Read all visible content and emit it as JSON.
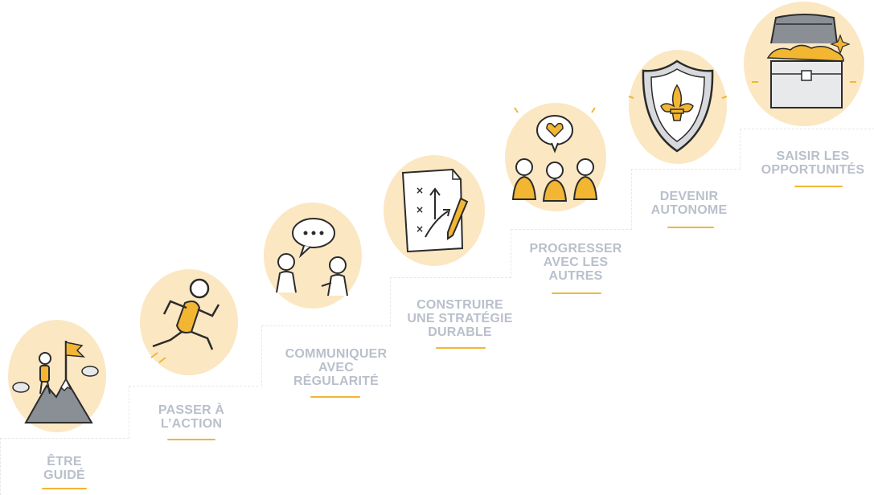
{
  "steps": [
    {
      "id": "etre-guide",
      "lines": [
        "ÊTRE",
        "GUIDÉ"
      ],
      "icon": "mountain-flag-icon"
    },
    {
      "id": "passer-action",
      "lines": [
        "PASSER À",
        "L’ACTION"
      ],
      "icon": "running-person-icon"
    },
    {
      "id": "communiquer",
      "lines": [
        "COMMUNIQUER",
        "AVEC",
        "RÉGULARITÉ"
      ],
      "icon": "conversation-icon"
    },
    {
      "id": "construire",
      "lines": [
        "CONSTRUIRE",
        "UNE STRATÉGIE",
        "DURABLE"
      ],
      "icon": "strategy-plan-icon"
    },
    {
      "id": "progresser",
      "lines": [
        "PROGRESSER",
        "AVEC LES",
        "AUTRES"
      ],
      "icon": "group-heart-icon"
    },
    {
      "id": "autonome",
      "lines": [
        "DEVENIR",
        "AUTONOME"
      ],
      "icon": "shield-fleur-de-lis-icon"
    },
    {
      "id": "opportunites",
      "lines": [
        "SAISIR LES",
        "OPPORTUNITÉS"
      ],
      "icon": "treasure-chest-icon"
    }
  ],
  "colors": {
    "accent": "#f2b632",
    "blob": "#fbe7c2",
    "label": "#b9c0cb",
    "ink": "#2b2b2b"
  }
}
